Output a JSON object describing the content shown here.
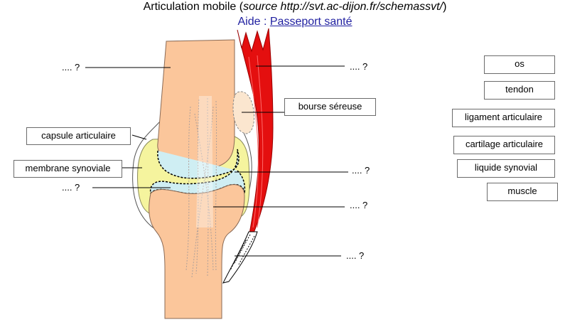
{
  "header": {
    "title_prefix": "Articulation mobile (",
    "title_source": "source  http://svt.ac-dijon.fr/schemassvt/",
    "title_suffix": ")",
    "aide_label": "Aide",
    "aide_sep": " : ",
    "aide_link": "Passeport santé"
  },
  "blanks": {
    "os_top": ".... ?",
    "muscle_right": ".... ?",
    "cartilage_left": ".... ?",
    "liquide_right": ".... ?",
    "ligament_right": ".... ?",
    "tendon_right": ".... ?"
  },
  "placed_labels": {
    "bourse": "bourse séreuse",
    "capsule": "capsule articulaire",
    "membrane": "membrane synoviale"
  },
  "answer_tags": [
    "os",
    "tendon",
    "ligament articulaire",
    "cartilage articulaire",
    "liquide synovial",
    "muscle"
  ],
  "colors": {
    "bone": "#fbc69b",
    "cartilage": "#f5f49e",
    "synovial": "#cfeef3",
    "muscle": "#e40f0f",
    "tendon": "#ffffff",
    "aide_link": "#1f1fa0"
  }
}
